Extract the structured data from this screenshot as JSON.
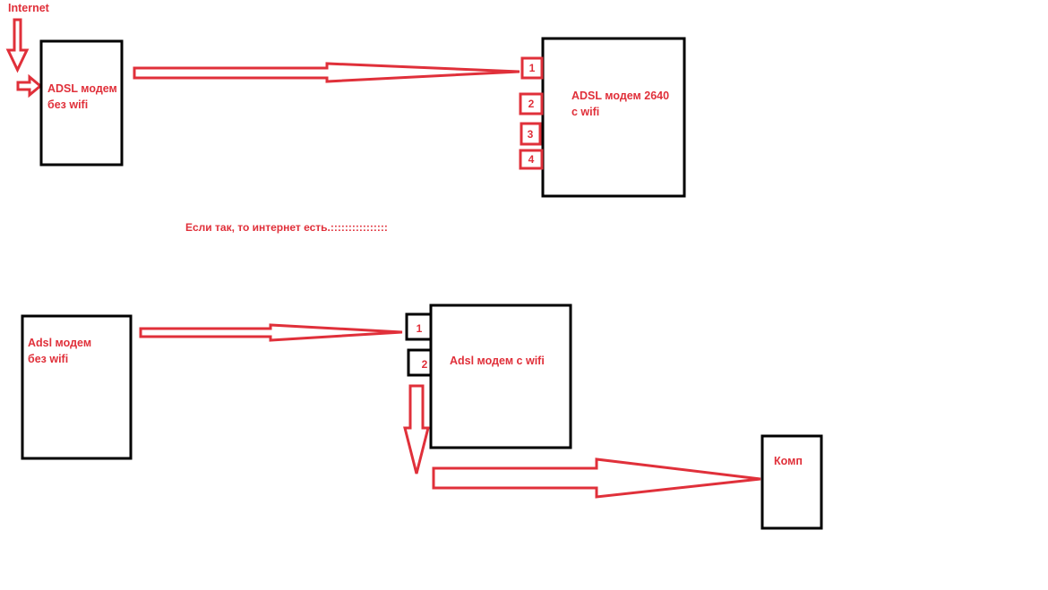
{
  "colors": {
    "accent": "#e0303a",
    "outline": "#000000",
    "background": "#ffffff"
  },
  "top": {
    "internet_label": "Internet",
    "modem_a": {
      "line1": "ADSL модем",
      "line2": "без wifi"
    },
    "modem_b": {
      "line1": "ADSL модем 2640",
      "line2": "с wifi"
    },
    "ports": [
      "1",
      "2",
      "3",
      "4"
    ]
  },
  "caption": "Если так, то интернет есть.::::::::::::::::",
  "bottom": {
    "modem_a": {
      "line1": "Adsl модем",
      "line2": "без wifi"
    },
    "modem_b": {
      "label": "Adsl модем с wifi"
    },
    "ports": [
      "1",
      "2"
    ],
    "computer": {
      "label": "Комп"
    }
  }
}
